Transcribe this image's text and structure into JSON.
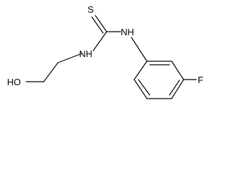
{
  "molecule": {
    "atoms": {
      "sulfur": "S",
      "nh_right": "NH",
      "nh_left": "NH",
      "hydroxyl": "HO",
      "fluorine": "F"
    }
  },
  "colors": {
    "bond": "#000000",
    "label": "#000000",
    "background": "#ffffff"
  }
}
